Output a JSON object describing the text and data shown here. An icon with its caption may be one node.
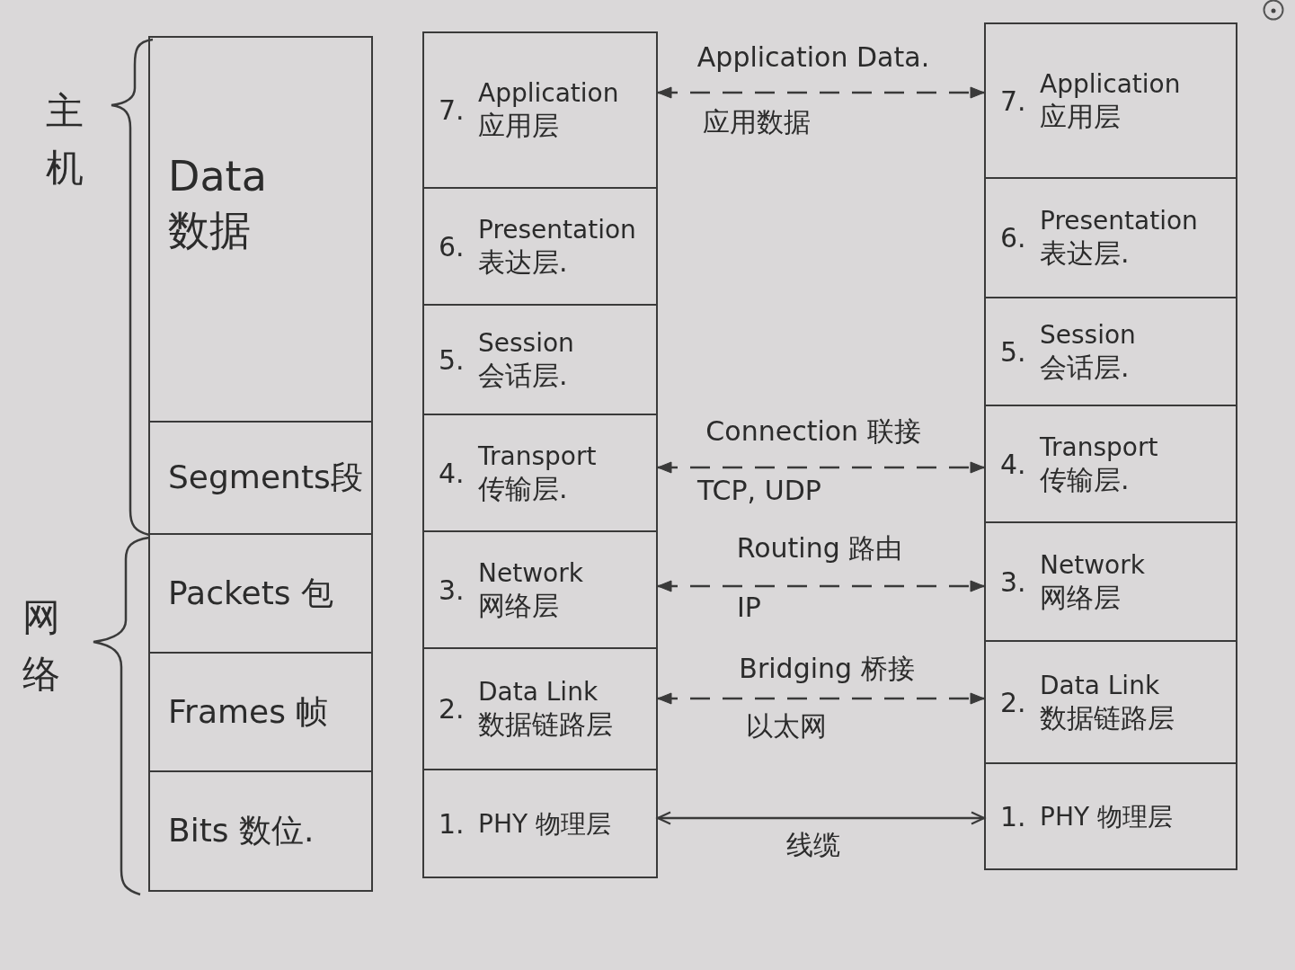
{
  "diagram": {
    "nodes": [
      {
        "text": [
          "Data",
          "数据"
        ]
      },
      {
        "text": [
          "Segments段"
        ]
      },
      {
        "text": [
          "Packets 包"
        ]
      },
      {
        "text": [
          "Frames 帧"
        ]
      },
      {
        "text": [
          "Bits 数位."
        ]
      },
      {
        "text": [
          "7.",
          "Application",
          "应用层"
        ]
      },
      {
        "text": [
          "6.",
          "Presentation",
          "表达层."
        ]
      },
      {
        "text": [
          "5.",
          "Session",
          "会话层."
        ]
      },
      {
        "text": [
          "4.",
          "Transport",
          "传输层."
        ]
      },
      {
        "text": [
          "3.",
          "Network",
          "网络层"
        ]
      },
      {
        "text": [
          "2.",
          "Data Link",
          "数据链路层"
        ]
      },
      {
        "text": [
          "1.",
          "PHY 物理层"
        ]
      },
      {
        "text": [
          "7.",
          "Application",
          "应用层"
        ]
      },
      {
        "text": [
          "6.",
          "Presentation",
          "表达层."
        ]
      },
      {
        "text": [
          "5.",
          "Session",
          "会话层."
        ]
      },
      {
        "text": [
          "4.",
          "Transport",
          "传输层."
        ]
      },
      {
        "text": [
          "3.",
          "Network",
          "网络层"
        ]
      },
      {
        "text": [
          "2.",
          "Data Link",
          "数据链路层"
        ]
      },
      {
        "text": [
          "1.",
          "PHY 物理层"
        ]
      }
    ],
    "edges": [
      {
        "from": 5,
        "to": 12,
        "arrow": "both",
        "style": "dashed",
        "label": "Application Data."
      },
      {
        "from": 8,
        "to": 15,
        "arrow": "both",
        "style": "dashed",
        "label": "Connection 联接"
      },
      {
        "from": 9,
        "to": 16,
        "arrow": "both",
        "style": "dashed",
        "label": "Routing 路由"
      },
      {
        "from": 10,
        "to": 17,
        "arrow": "both",
        "style": "dashed",
        "label": "Bridging 桥接"
      },
      {
        "from": 11,
        "to": 18,
        "arrow": "both",
        "label": "线缆"
      }
    ],
    "labels": [
      "主机",
      "应用数据",
      "TCP, UDP",
      "IP",
      "网络",
      "以太网"
    ]
  }
}
